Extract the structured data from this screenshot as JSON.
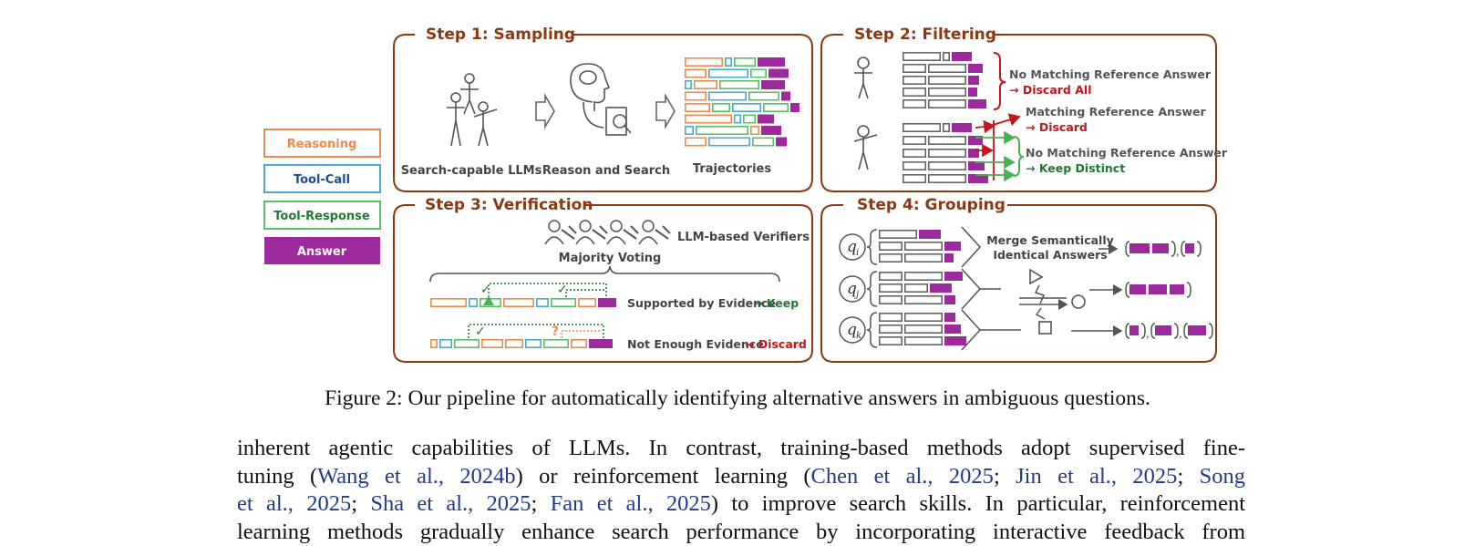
{
  "legend": {
    "reasoning": "Reasoning",
    "tool_call": "Tool-Call",
    "tool_response": "Tool-Response",
    "answer": "Answer"
  },
  "step1": {
    "title": "Step 1: Sampling",
    "labels": [
      "Search-capable  LLMs",
      "Reason and Search",
      "Trajectories"
    ]
  },
  "step2": {
    "title": "Step 2: Filtering",
    "no_match_all": "No Matching Reference Answer",
    "discard_all": "→ Discard All",
    "match": "Matching Reference Answer",
    "discard": "→ Discard",
    "no_match": "No Matching Reference Answer",
    "keep_distinct": "→ Keep Distinct"
  },
  "step3": {
    "title": "Step 3: Verification",
    "verifiers": "LLM-based Verifiers",
    "majority": "Majority Voting",
    "supported": "Supported by Evidence",
    "keep": "→ Keep",
    "not_enough": "Not Enough Evidence",
    "discard": "→ Discard",
    "check": "✓",
    "question": "?"
  },
  "step4": {
    "title": "Step 4: Grouping",
    "merge_1": "Merge Semantically",
    "merge_2": "Identical Answers",
    "q_letter": "q",
    "q_subs": [
      "i",
      "j",
      "k"
    ]
  },
  "colors": {
    "frame": "#8a3a12",
    "reasoning": "#ee8a4e",
    "tool_call": "#4aa9d0",
    "tool_response": "#5bbf6a",
    "answer": "#9c2a9c",
    "discard_red": "#c4141c",
    "keep_green": "#1f7a34",
    "gray": "#555555"
  },
  "caption": "Figure 2: Our pipeline for automatically identifying alternative answers in ambiguous questions.",
  "body": {
    "l1": "inherent agentic capabilities of LLMs.  In contrast, training-based methods adopt supervised fine-",
    "l2_a": "tuning (",
    "l2_c1": "Wang et al., 2024b",
    "l2_b": ") or reinforcement learning (",
    "l2_c2": "Chen et al., 2025",
    "l2_sep1": "; ",
    "l2_c3": "Jin et al., 2025",
    "l2_sep2": "; ",
    "l2_c4": "Song",
    "l3_c4b": "et al., 2025",
    "l3_sep1": "; ",
    "l3_c5": "Sha et al., 2025",
    "l3_sep2": "; ",
    "l3_c6": "Fan et al., 2025",
    "l3_b": ") to improve search skills. In particular, reinforcement",
    "l4": "learning methods gradually enhance search performance by incorporating interactive feedback from"
  }
}
